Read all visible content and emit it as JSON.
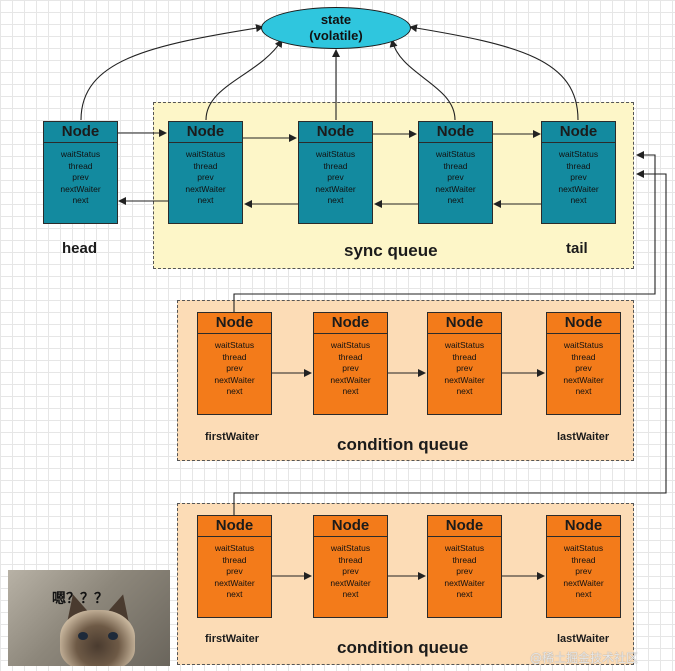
{
  "state": {
    "line1": "state",
    "line2": "(volatile)"
  },
  "node_title": "Node",
  "node_fields": [
    "waitStatus",
    "thread",
    "prev",
    "nextWaiter",
    "next"
  ],
  "labels": {
    "head": "head",
    "tail": "tail",
    "sync_queue": "sync queue",
    "condition_queue_1": "condition queue",
    "condition_queue_2": "condition queue",
    "first_waiter_1": "firstWaiter",
    "last_waiter_1": "lastWaiter",
    "first_waiter_2": "firstWaiter",
    "last_waiter_2": "lastWaiter"
  },
  "meme_text": "嗯？？？",
  "watermark": "@稀土掘金技术社区",
  "colors": {
    "sync_node": "#138a9f",
    "condition_node": "#f37b1a",
    "sync_queue_bg": "#fdf6c8",
    "condition_queue_bg": "#fcdcb6",
    "state_fill": "#2fc6de"
  }
}
